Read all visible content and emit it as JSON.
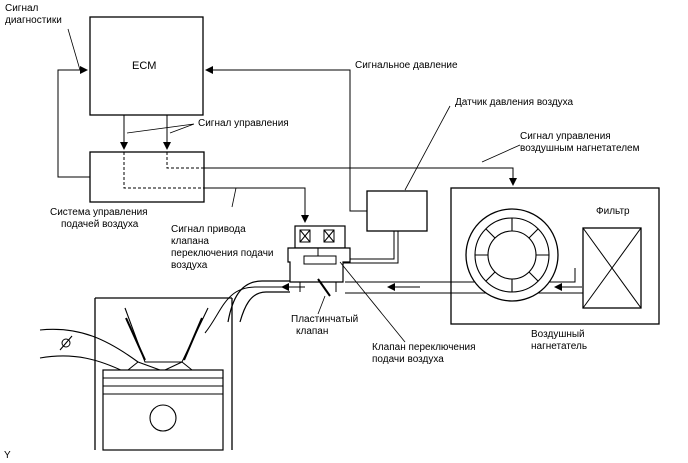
{
  "labels": {
    "diag_signal_1": "Сигнал",
    "diag_signal_2": "диагностики",
    "ecm": "ECM",
    "signal_pressure": "Сигнальное давление",
    "air_pressure_sensor": "Датчик давления воздуха",
    "control_signal": "Сигнал управления",
    "blower_signal_1": "Сигнал управления",
    "blower_signal_2": "воздушным нагнетателем",
    "filter": "Фильтр",
    "air_system_1": "Система управления",
    "air_system_2": "подачей воздуха",
    "drive_signal_1": "Сигнал привода",
    "drive_signal_2": "клапана",
    "drive_signal_3": "переключения подачи",
    "drive_signal_4": "воздуха",
    "reed_valve_1": "Пластинчатый",
    "reed_valve_2": "клапан",
    "switch_valve_1": "Клапан переключения",
    "switch_valve_2": "подачи воздуха",
    "air_pump_1": "Воздушный",
    "air_pump_2": "нагнетатель",
    "figure_letter": "Y"
  }
}
